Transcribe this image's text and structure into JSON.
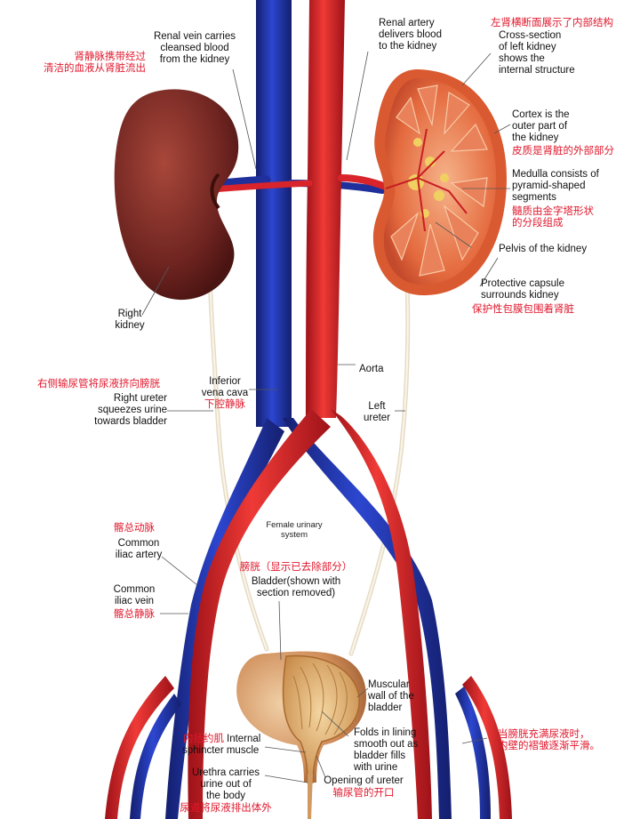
{
  "labels": {
    "renal_vein_en": "Renal vein carries\ncleansed blood\nfrom the kidney",
    "renal_vein_zh": "肾静脉携带经过\n清洁的血液从肾脏流出",
    "renal_artery_en": "Renal artery\ndelivers blood\nto the kidney",
    "cross_section_zh": "左肾横断面展示了内部结构",
    "cross_section_en": "Cross-section\nof left kidney\nshows the\ninternal structure",
    "cortex_en": "Cortex is the\nouter part of\nthe kidney",
    "cortex_zh": "皮质是肾脏的外部部分",
    "medulla_en": "Medulla consists of\npyramid-shaped\nsegments",
    "medulla_zh": "髓质由金字塔形状\n的分段组成",
    "pelvis_en": "Pelvis of the kidney",
    "capsule_en": "Protective capsule\nsurrounds kidney",
    "capsule_zh": "保护性包膜包围着肾脏",
    "right_kidney_en": "Right\nkidney",
    "aorta_en": "Aorta",
    "right_ureter_zh": "右侧输尿管将尿液挤向膀胱",
    "right_ureter_en": "Right ureter\nsqueezes urine\ntowards bladder",
    "ivc_en": "Inferior\nvena cava",
    "ivc_zh": "下腔静脉",
    "left_ureter_en": "Left\nureter",
    "system_title": "Female urinary\nsystem",
    "iliac_artery_zh": "髂总动脉",
    "iliac_artery_en": "Common\niliac artery",
    "bladder_zh": "膀胱（显示已去除部分）",
    "bladder_en": "Bladder(shown with\nsection removed)",
    "iliac_vein_en": "Common\niliac vein",
    "iliac_vein_zh": "髂总静脉",
    "muscular_wall_en": "Muscular\nwall of the\nbladder",
    "internal_sphincter_zh": "内括约肌",
    "internal_sphincter_en": "Internal\nsphincter muscle",
    "folds_en": "Folds in lining\nsmooth out as\nbladder fills\nwith urine",
    "folds_zh": "当膀胱充满尿液时，\n内壁的褶皱逐渐平滑。",
    "urethra_en": "Urethra carries\nurine out of\nthe body",
    "urethra_zh": "尿道将尿液排出体外",
    "ureter_opening_en": "Opening of ureter",
    "ureter_opening_zh": "输尿管的开口"
  },
  "colors": {
    "artery": "#d8242a",
    "vein": "#1f2f9c",
    "kidney": "#7a2a22",
    "kidney_section": "#e06a3a",
    "ureter": "#f1e8d6",
    "bladder": "#d9a06b",
    "label_cn": "#e0182d",
    "label_en": "#111111"
  }
}
